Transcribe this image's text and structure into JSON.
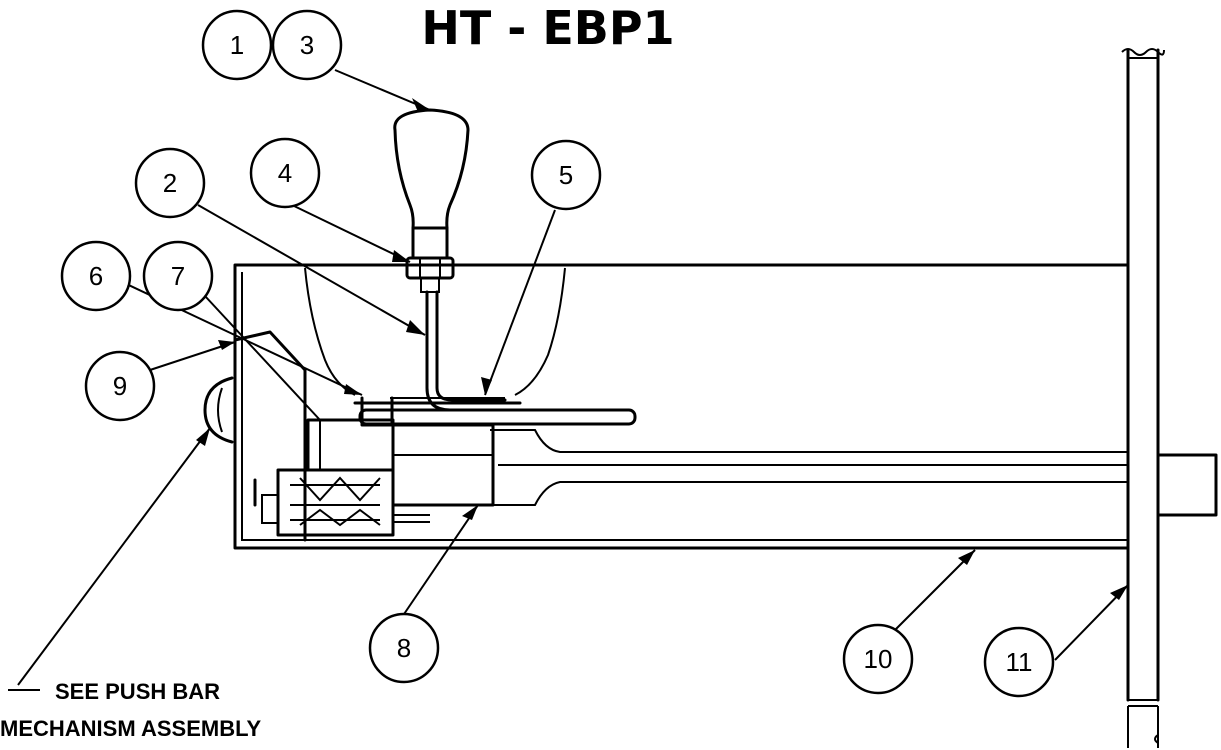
{
  "title": "HT - EBP1",
  "callouts": [
    "1",
    "3",
    "2",
    "4",
    "5",
    "6",
    "7",
    "9",
    "8",
    "10",
    "11"
  ],
  "note": {
    "line1": "SEE PUSH BAR",
    "line2": "MECHANISM ASSEMBLY"
  }
}
